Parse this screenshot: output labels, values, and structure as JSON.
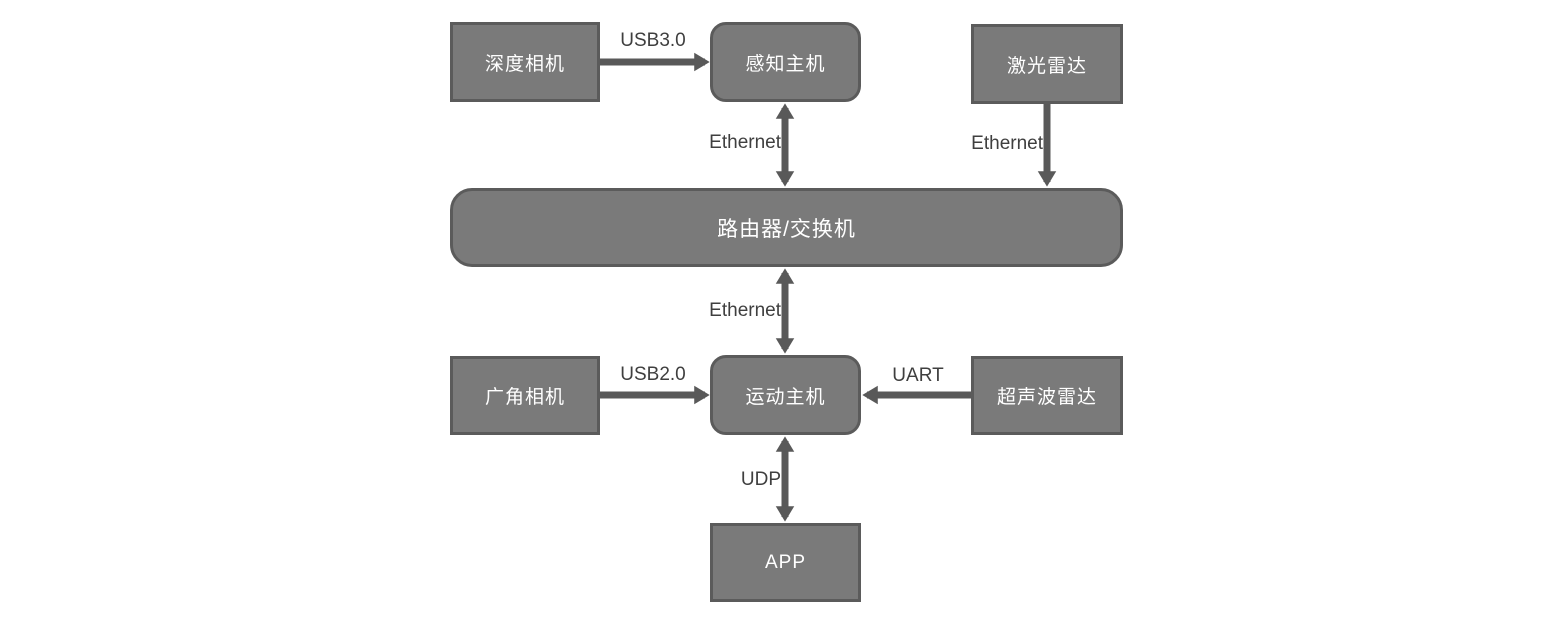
{
  "diagram": {
    "colors": {
      "background": "#ffffff",
      "node_fill": "#7a7a7a",
      "node_border": "#5b5b5b",
      "node_text": "#ffffff",
      "arrow": "#595959",
      "edge_label_text": "#3f3f3f"
    },
    "nodes": {
      "depth_camera": {
        "label": "深度相机",
        "shape": "rectangle"
      },
      "perception_host": {
        "label": "感知主机",
        "shape": "rounded-rectangle"
      },
      "lidar": {
        "label": "激光雷达",
        "shape": "rectangle"
      },
      "router_switch": {
        "label": "路由器/交换机",
        "shape": "rounded-rectangle"
      },
      "wide_angle_camera": {
        "label": "广角相机",
        "shape": "rectangle"
      },
      "motion_host": {
        "label": "运动主机",
        "shape": "rounded-rectangle"
      },
      "ultrasonic_radar": {
        "label": "超声波雷达",
        "shape": "rectangle"
      },
      "app": {
        "label": "APP",
        "shape": "rectangle"
      }
    },
    "edges": {
      "usb3": {
        "label": "USB3.0",
        "from": "深度相机",
        "to": "感知主机",
        "direction": "one-way"
      },
      "ethernet_perception": {
        "label": "Ethernet",
        "from": "感知主机",
        "to": "路由器/交换机",
        "direction": "two-way"
      },
      "ethernet_lidar": {
        "label": "Ethernet",
        "from": "激光雷达",
        "to": "路由器/交换机",
        "direction": "one-way"
      },
      "ethernet_motion": {
        "label": "Ethernet",
        "from": "路由器/交换机",
        "to": "运动主机",
        "direction": "two-way"
      },
      "usb2": {
        "label": "USB2.0",
        "from": "广角相机",
        "to": "运动主机",
        "direction": "one-way"
      },
      "uart": {
        "label": "UART",
        "from": "超声波雷达",
        "to": "运动主机",
        "direction": "one-way"
      },
      "udp": {
        "label": "UDP",
        "from": "运动主机",
        "to": "APP",
        "direction": "two-way"
      }
    }
  }
}
